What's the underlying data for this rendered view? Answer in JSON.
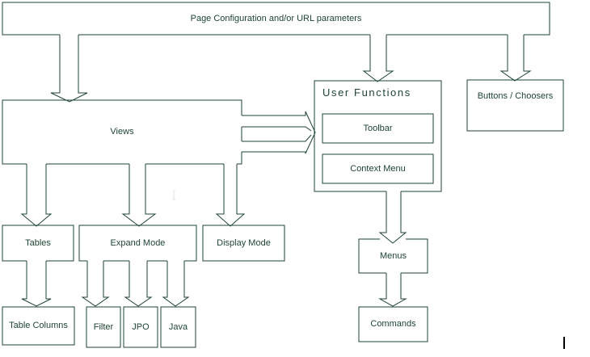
{
  "colors": {
    "line": "#1e4433",
    "text": "#1e4433",
    "cursor": "#000000",
    "ghost_cursor": "#ececec",
    "background": "#ffffff"
  },
  "diagram": {
    "page_config": "Page Configuration and/or URL parameters",
    "views": "Views",
    "user_functions": "User Functions",
    "toolbar": "Toolbar",
    "context_menu": "Context Menu",
    "buttons_choosers": "Buttons / Choosers",
    "tables": "Tables",
    "expand_mode": "Expand Mode",
    "display_mode": "Display Mode",
    "table_columns": "Table Columns",
    "filter": "Filter",
    "jpo": "JPO",
    "java": "Java",
    "menus": "Menus",
    "commands": "Commands"
  },
  "artifacts": {
    "ghost_cursor_glyph": "I"
  }
}
